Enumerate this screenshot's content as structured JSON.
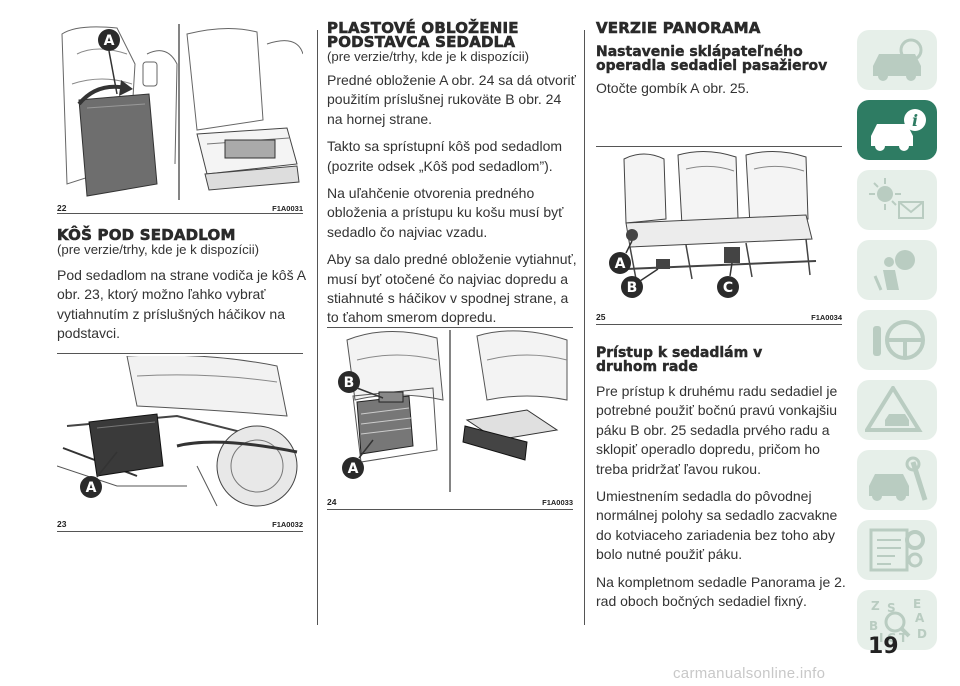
{
  "figures": {
    "fig22": {
      "num": "22",
      "code": "F1A0031",
      "callouts": [
        "A"
      ]
    },
    "fig23": {
      "num": "23",
      "code": "F1A0032",
      "callouts": [
        "A"
      ]
    },
    "fig24": {
      "num": "24",
      "code": "F1A0033",
      "callouts": [
        "B",
        "A"
      ]
    },
    "fig25": {
      "num": "25",
      "code": "F1A0034",
      "callouts": [
        "A",
        "B",
        "C"
      ]
    }
  },
  "col1": {
    "heading": "KÔŠ POD SEDADLOM",
    "subtitle": "(pre verzie/trhy, kde je k dispozícii)",
    "para1": "Pod sedadlom na strane vodiča je kôš A obr. 23, ktorý možno ľahko vybrať vytiahnutím z príslušných háčikov na podstavci."
  },
  "col2": {
    "heading": "PLASTOVÉ OBLOŽENIE PODSTAVCA SEDADLA",
    "subtitle": "(pre verzie/trhy, kde je k dispozícii)",
    "para1": "Predné obloženie A obr. 24 sa dá otvoriť použitím príslušnej rukoväte B obr. 24 na hornej strane.",
    "para2": "Takto sa sprístupní kôš pod sedadlom (pozrite odsek „Kôš pod sedadlom”).",
    "para3": "Na uľahčenie otvorenia predného obloženia a prístupu ku košu musí byť sedadlo čo najviac vzadu.",
    "para4": "Aby sa dalo predné obloženie vytiahnuť, musí byť otočené čo najviac dopredu a stiahnuté s háčikov v spodnej strane, a to ťahom smerom dopredu."
  },
  "col3": {
    "heading": "VERZIE PANORAMA",
    "subheading1": "Nastavenie sklápateľného operadla sedadiel pasažierov",
    "para1": "Otočte gombík A obr. 25.",
    "subheading2": "Prístup k sedadlám v druhom rade",
    "para2": "Pre prístup k druhému radu sedadiel je potrebné použiť bočnú pravú vonkajšiu páku B obr. 25 sedadla prvého radu a sklopiť operadlo dopredu, pričom ho treba pridržať ľavou rukou.",
    "para3": "Umiestnením sedadla do pôvodnej normálnej polohy sa sedadlo zacvakne do kotviaceho zariadenia bez toho aby bolo nutné použiť páku.",
    "para4": "Na kompletnom sedadle Panorama je 2. rad oboch bočných sedadiel fixný."
  },
  "sidebar": {
    "tabs": [
      {
        "icon": "car-dashboard-icon",
        "active": false
      },
      {
        "icon": "car-info-icon",
        "active": true
      },
      {
        "icon": "lights-warning-icon",
        "active": false
      },
      {
        "icon": "airbag-seat-icon",
        "active": false
      },
      {
        "icon": "steering-wheel-icon",
        "active": false
      },
      {
        "icon": "warning-triangle-car-icon",
        "active": false
      },
      {
        "icon": "car-wrench-icon",
        "active": false
      },
      {
        "icon": "technical-data-icon",
        "active": false
      },
      {
        "icon": "alphabetical-index-icon",
        "active": false
      }
    ],
    "index_letters": [
      "Z",
      "E",
      "B",
      "A",
      "I",
      "C",
      "T",
      "D",
      "S"
    ],
    "accent": "#2e7c63",
    "tab_bg": "#e6efe9"
  },
  "page": {
    "number": "19"
  },
  "watermark": "carmanualsonline.info"
}
